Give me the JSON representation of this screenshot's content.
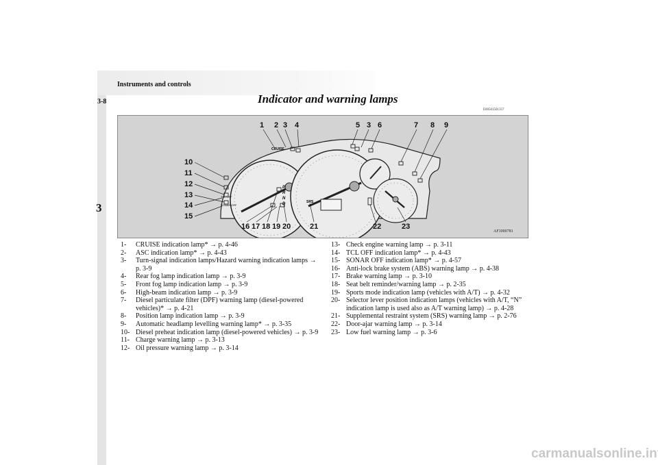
{
  "header": {
    "section": "Instruments and controls",
    "page": "3-8",
    "chapter_tab": "3"
  },
  "title": "Indicator and warning lamps",
  "doc_code": "E00501501357",
  "figure": {
    "id": "AF1000781",
    "callouts_top": [
      "1",
      "2",
      "3",
      "4",
      "5",
      "3",
      "6",
      "7",
      "8",
      "9"
    ],
    "callouts_left": [
      "10",
      "11",
      "12",
      "13",
      "14",
      "15"
    ],
    "callouts_bottom": [
      "16",
      "17",
      "18",
      "19",
      "20",
      "21",
      "22",
      "23"
    ],
    "cruise_text": "CRUISE",
    "srs_text": "SRS",
    "sonar_text": "SONAR OFF",
    "tcl_text": "TCL OFF",
    "gear_letters": [
      "P",
      "R",
      "N",
      "D"
    ]
  },
  "items_left": [
    {
      "n": "1-",
      "t": "CRUISE indication lamp* → p. 4-46"
    },
    {
      "n": "2-",
      "t": "ASC indication lamp* → p. 4-43"
    },
    {
      "n": "3-",
      "t": "Turn-signal indication lamps/Hazard warning indication lamps → p. 3-9"
    },
    {
      "n": "4-",
      "t": "Rear fog lamp indication lamp → p. 3-9"
    },
    {
      "n": "5-",
      "t": "Front fog lamp indication lamp → p. 3-9"
    },
    {
      "n": "6-",
      "t": "High-beam indication lamp → p. 3-9"
    },
    {
      "n": "7-",
      "t": "Diesel particulate filter (DPF) warning lamp (diesel-powered vehicles)* → p. 4-21"
    },
    {
      "n": "8-",
      "t": "Position lamp indication lamp → p. 3-9"
    },
    {
      "n": "9-",
      "t": "Automatic headlamp levelling warning lamp* → p. 3-35"
    },
    {
      "n": "10-",
      "t": "Diesel preheat indication lamp (diesel-powered vehicles) → p. 3-9"
    },
    {
      "n": "11-",
      "t": "Charge warning lamp → p. 3-13"
    },
    {
      "n": "12-",
      "t": "Oil pressure warning lamp → p. 3-14"
    }
  ],
  "items_right": [
    {
      "n": "13-",
      "t": "Check engine warning lamp → p. 3-11"
    },
    {
      "n": "14-",
      "t": "TCL OFF indication lamp* → p. 4-43"
    },
    {
      "n": "15-",
      "t": "SONAR OFF indication lamp* → p. 4-57"
    },
    {
      "n": "16-",
      "t": "Anti-lock brake system (ABS) warning lamp → p. 4-38"
    },
    {
      "n": "17-",
      "t": "Brake warning lamp → p. 3-10"
    },
    {
      "n": "18-",
      "t": "Seat belt reminder/warning lamp → p. 2-35"
    },
    {
      "n": "19-",
      "t": "Sports mode indication lamp (vehicles with A/T) → p. 4-32"
    },
    {
      "n": "20-",
      "t": "Selector lever position indication lamps (vehicles with A/T, “N” indication lamp is used also as A/T warning lamp) → p. 4-28"
    },
    {
      "n": "21-",
      "t": "Supplemental restraint system (SRS) warning lamp → p. 2-76"
    },
    {
      "n": "22-",
      "t": "Door-ajar warning lamp → p. 3-14"
    },
    {
      "n": "23-",
      "t": "Low fuel warning lamp → p. 3-6"
    }
  ],
  "watermark": "carmanualsonline.info"
}
